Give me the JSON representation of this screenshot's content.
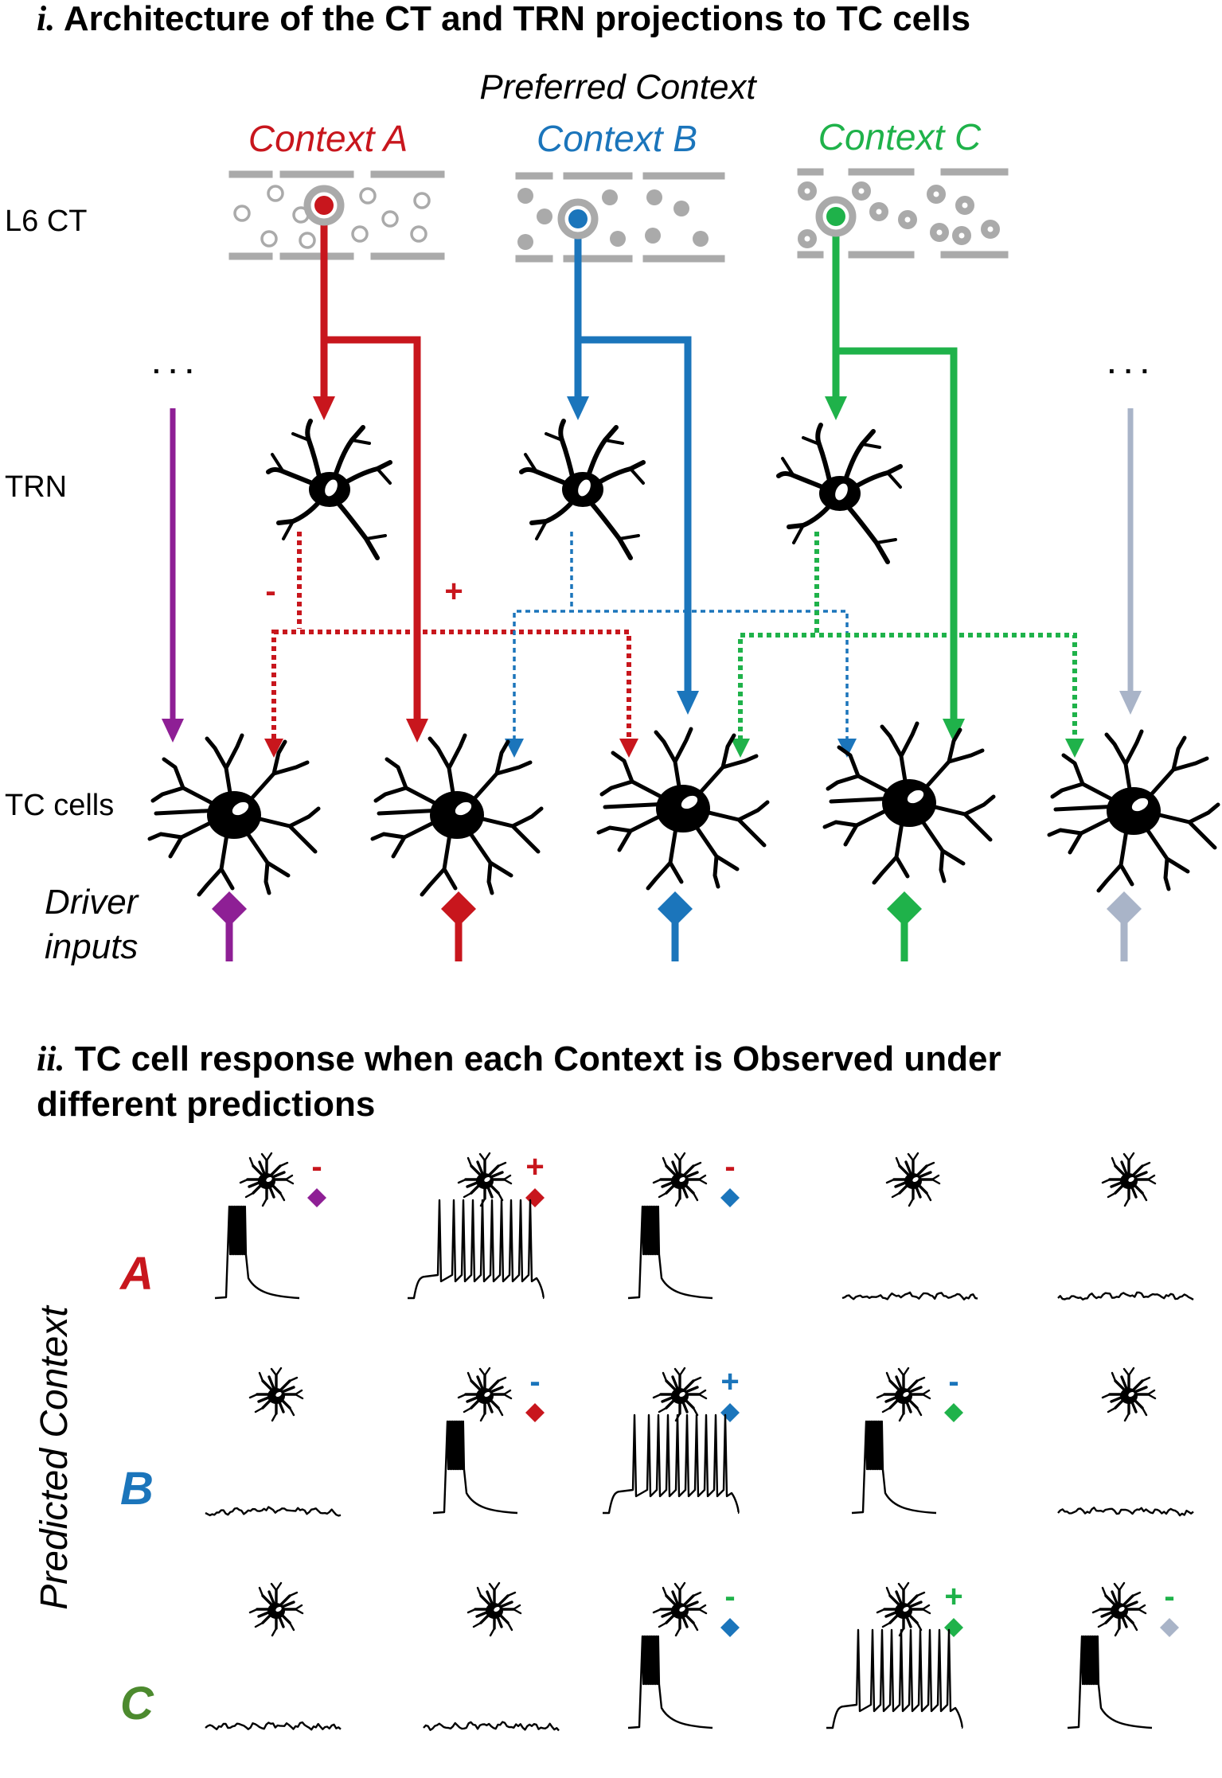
{
  "panel_i": {
    "numeral": "i.",
    "title": "Architecture of the CT and TRN projections to TC cells",
    "preferred_context": "Preferred Context",
    "contexts": [
      {
        "label": "Context A",
        "color": "#c8161d"
      },
      {
        "label": "Context B",
        "color": "#1b75bb"
      },
      {
        "label": "Context C",
        "color": "#1fb24a"
      }
    ],
    "rows": {
      "l6ct": "L6 CT",
      "trn": "TRN",
      "tc": "TC cells"
    },
    "driver_inputs": [
      "Driver",
      "inputs"
    ],
    "ellipsis": "· · ·",
    "minus": "-",
    "plus": "+",
    "driver_colors": [
      "#8e1f95",
      "#c8161d",
      "#1b75bb",
      "#1fb24a",
      "#a9b4c8"
    ]
  },
  "panel_ii": {
    "numeral": "ii.",
    "title_line1": "TC cell response when each Context is Observed under",
    "title_line2": "different predictions",
    "axis_label": "Predicted Context",
    "rows": [
      {
        "letter": "A",
        "color": "#c8161d",
        "cells": [
          {
            "sign": "-",
            "sign_color": "#c8161d",
            "diamond_color": "#8e1f95",
            "trace": "burst"
          },
          {
            "sign": "+",
            "sign_color": "#c8161d",
            "diamond_color": "#c8161d",
            "trace": "tonic"
          },
          {
            "sign": "-",
            "sign_color": "#c8161d",
            "diamond_color": "#1b75bb",
            "trace": "burst"
          },
          {
            "sign": "",
            "sign_color": "",
            "diamond_color": "",
            "trace": "flat"
          },
          {
            "sign": "",
            "sign_color": "",
            "diamond_color": "",
            "trace": "flat"
          }
        ]
      },
      {
        "letter": "B",
        "color": "#1b75bb",
        "cells": [
          {
            "sign": "",
            "sign_color": "",
            "diamond_color": "",
            "trace": "flat"
          },
          {
            "sign": "-",
            "sign_color": "#1b75bb",
            "diamond_color": "#c8161d",
            "trace": "burst"
          },
          {
            "sign": "+",
            "sign_color": "#1b75bb",
            "diamond_color": "#1b75bb",
            "trace": "tonic"
          },
          {
            "sign": "-",
            "sign_color": "#1b75bb",
            "diamond_color": "#1fb24a",
            "trace": "burst"
          },
          {
            "sign": "",
            "sign_color": "",
            "diamond_color": "",
            "trace": "flat"
          }
        ]
      },
      {
        "letter": "C",
        "color": "#4c8a2e",
        "cells": [
          {
            "sign": "",
            "sign_color": "",
            "diamond_color": "",
            "trace": "flat"
          },
          {
            "sign": "",
            "sign_color": "",
            "diamond_color": "",
            "trace": "flat"
          },
          {
            "sign": "-",
            "sign_color": "#1fb24a",
            "diamond_color": "#1b75bb",
            "trace": "burst"
          },
          {
            "sign": "+",
            "sign_color": "#1fb24a",
            "diamond_color": "#1fb24a",
            "trace": "tonic"
          },
          {
            "sign": "-",
            "sign_color": "#1fb24a",
            "diamond_color": "#a9b4c8",
            "trace": "burst"
          }
        ]
      }
    ]
  }
}
